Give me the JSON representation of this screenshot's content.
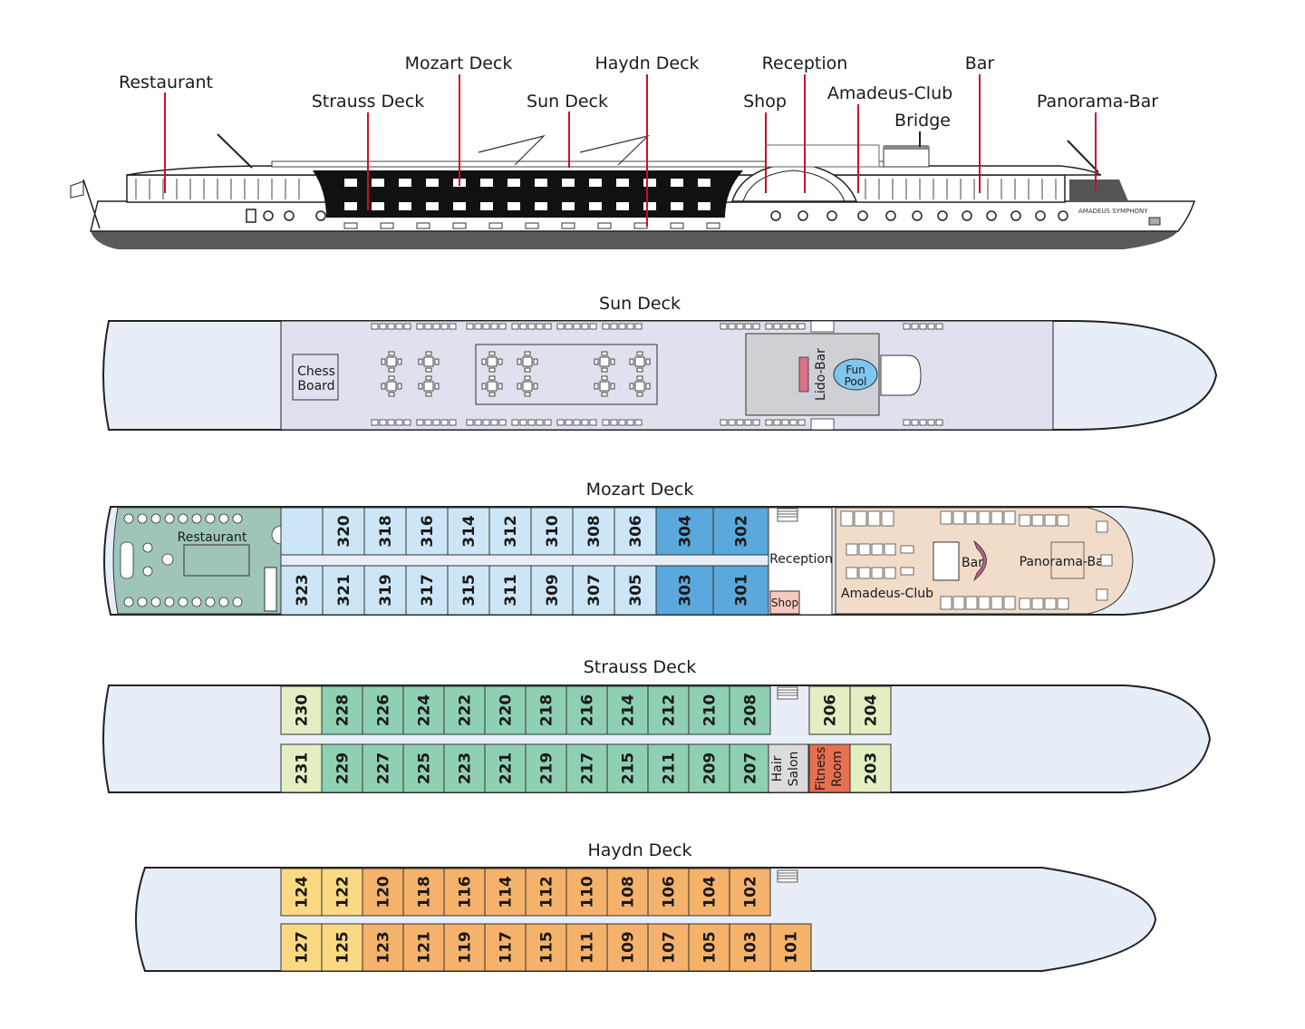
{
  "side_view": {
    "labels": {
      "restaurant": "Restaurant",
      "strauss": "Strauss Deck",
      "mozart": "Mozart Deck",
      "sun": "Sun Deck",
      "haydn": "Haydn Deck",
      "shop": "Shop",
      "reception": "Reception",
      "amadeus_club": "Amadeus-Club",
      "bridge": "Bridge",
      "bar": "Bar",
      "panorama_bar": "Panorama-Bar"
    },
    "ship_name": "AMADEUS SYMPHONY"
  },
  "sun_deck": {
    "title": "Sun Deck",
    "chess_line1": "Chess",
    "chess_line2": "Board",
    "lido_bar": "Lido-Bar",
    "pool_line1": "Fun",
    "pool_line2": "Pool"
  },
  "mozart_deck": {
    "title": "Mozart Deck",
    "restaurant": "Restaurant",
    "reception": "Reception",
    "shop": "Shop",
    "bar": "Bar",
    "amadeus_club": "Amadeus-Club",
    "panorama_bar": "Panorama-Bar",
    "top_cabins": [
      "320",
      "318",
      "316",
      "314",
      "312",
      "310",
      "308",
      "306",
      "304",
      "302"
    ],
    "bottom_cabins": [
      "323",
      "321",
      "319",
      "317",
      "315",
      "311",
      "309",
      "307",
      "305",
      "303",
      "301"
    ]
  },
  "strauss_deck": {
    "title": "Strauss Deck",
    "top_cabins": [
      "230",
      "228",
      "226",
      "224",
      "222",
      "220",
      "218",
      "216",
      "214",
      "212",
      "210",
      "208"
    ],
    "bottom_cabins": [
      "231",
      "229",
      "227",
      "225",
      "223",
      "221",
      "219",
      "217",
      "215",
      "211",
      "209",
      "207"
    ],
    "hair_salon_line1": "Hair",
    "hair_salon_line2": "Salon",
    "fitness_line1": "Fitness",
    "fitness_line2": "Room",
    "fwd_top": [
      "206",
      "204"
    ],
    "fwd_bottom": [
      "203"
    ]
  },
  "haydn_deck": {
    "title": "Haydn Deck",
    "top_cabins": [
      "124",
      "122",
      "120",
      "118",
      "116",
      "114",
      "112",
      "110",
      "108",
      "106",
      "104",
      "102"
    ],
    "bottom_cabins": [
      "127",
      "125",
      "123",
      "121",
      "119",
      "117",
      "115",
      "111",
      "109",
      "107",
      "105",
      "103",
      "101"
    ]
  },
  "colors": {
    "hull_light": "#e8eef7",
    "sun_deck_area": "#dfe1ee",
    "mozart_cabin": "#cde6f7",
    "mozart_suite": "#5aa8dc",
    "mozart_restaurant": "#9fc5b8",
    "mozart_lounge": "#f0dcc8",
    "strauss_cabin": "#8fd0b3",
    "strauss_end": "#e3efc2",
    "fitness": "#e86f50",
    "haydn_cabin": "#f5b26b",
    "haydn_end": "#fbd983",
    "red_line": "#c8102e"
  }
}
